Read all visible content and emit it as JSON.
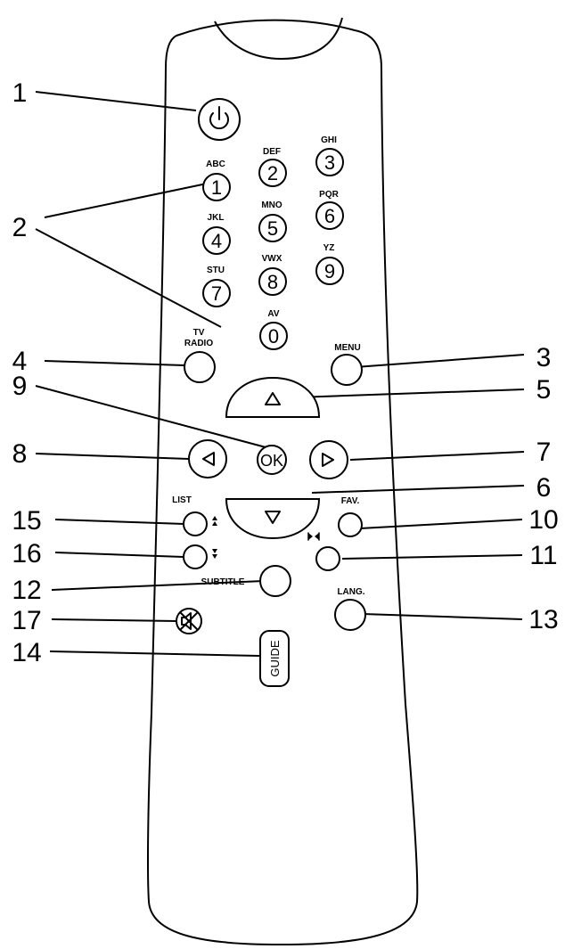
{
  "colors": {
    "stroke": "#000000",
    "background": "#ffffff"
  },
  "buttons": {
    "digit_1": {
      "digit": "1",
      "letters": "ABC"
    },
    "digit_2": {
      "digit": "2",
      "letters": "DEF"
    },
    "digit_3": {
      "digit": "3",
      "letters": "GHI"
    },
    "digit_4": {
      "digit": "4",
      "letters": "JKL"
    },
    "digit_5": {
      "digit": "5",
      "letters": "MNO"
    },
    "digit_6": {
      "digit": "6",
      "letters": "PQR"
    },
    "digit_7": {
      "digit": "7",
      "letters": "STU"
    },
    "digit_8": {
      "digit": "8",
      "letters": "VWX"
    },
    "digit_9": {
      "digit": "9",
      "letters": "YZ"
    },
    "digit_0": {
      "digit": "0",
      "letters": "AV"
    },
    "tv_radio": {
      "line1": "TV",
      "line2": "RADIO"
    },
    "menu": {
      "label": "MENU"
    },
    "ok": {
      "label": "OK"
    },
    "list": {
      "label": "LIST"
    },
    "fav": {
      "label": "FAV."
    },
    "subtitle": {
      "label": "SUBTITLE"
    },
    "lang": {
      "label": "LANG."
    },
    "guide": {
      "label": "GUIDE"
    }
  },
  "callouts": {
    "c1": "1",
    "c2": "2",
    "c3": "3",
    "c4": "4",
    "c5": "5",
    "c6": "6",
    "c7": "7",
    "c8": "8",
    "c9": "9",
    "c10": "10",
    "c11": "11",
    "c12": "12",
    "c13": "13",
    "c14": "14",
    "c15": "15",
    "c16": "16",
    "c17": "17"
  },
  "icons": {
    "power": "power-icon",
    "up": "arrow-up-icon",
    "down": "arrow-down-icon",
    "left": "arrow-left-icon",
    "right": "arrow-right-icon",
    "page_up": "page-up-icon",
    "page_down": "page-down-icon",
    "pause": "pause-icon",
    "mute": "mute-icon"
  }
}
